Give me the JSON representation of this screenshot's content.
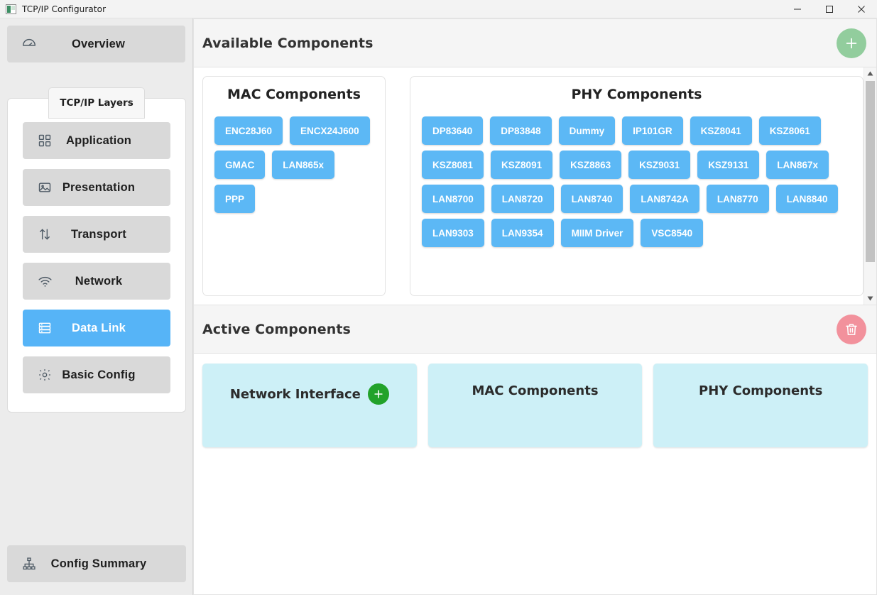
{
  "window": {
    "title": "TCP/IP Configurator",
    "icon": "app-icon",
    "minimize_label": "Minimize",
    "maximize_label": "Maximize",
    "close_label": "Close"
  },
  "sidebar": {
    "overview": {
      "label": "Overview",
      "icon": "gauge-icon"
    },
    "tab_label": "TCP/IP Layers",
    "layers": [
      {
        "label": "Application",
        "icon": "grid-icon",
        "active": false
      },
      {
        "label": "Presentation",
        "icon": "image-icon",
        "active": false
      },
      {
        "label": "Transport",
        "icon": "arrows-icon",
        "active": false
      },
      {
        "label": "Network",
        "icon": "wifi-icon",
        "active": false
      },
      {
        "label": "Data Link",
        "icon": "server-icon",
        "active": true
      },
      {
        "label": "Basic Config",
        "icon": "gear-icon",
        "active": false
      }
    ],
    "summary": {
      "label": "Config Summary",
      "icon": "sitemap-icon"
    }
  },
  "available": {
    "title": "Available Components",
    "add_button": {
      "icon": "plus-icon",
      "color": "#92cd9d"
    },
    "scrollbar": {
      "up_icon": "chevron-up-icon",
      "down_icon": "chevron-down-icon"
    },
    "groups": [
      {
        "title": "MAC Components",
        "chips": [
          "ENC28J60",
          "ENCX24J600",
          "GMAC",
          "LAN865x",
          "PPP"
        ]
      },
      {
        "title": "PHY Components",
        "chips": [
          "DP83640",
          "DP83848",
          "Dummy",
          "IP101GR",
          "KSZ8041",
          "KSZ8061",
          "KSZ8081",
          "KSZ8091",
          "KSZ8863",
          "KSZ9031",
          "KSZ9131",
          "LAN867x",
          "LAN8700",
          "LAN8720",
          "LAN8740",
          "LAN8742A",
          "LAN8770",
          "LAN8840",
          "LAN9303",
          "LAN9354",
          "MIIM Driver",
          "VSC8540"
        ]
      }
    ]
  },
  "active": {
    "title": "Active Components",
    "delete_button": {
      "icon": "trash-icon",
      "color": "#f2919c"
    },
    "slots": [
      {
        "label": "Network Interface",
        "has_add": true,
        "add_icon": "plus-icon"
      },
      {
        "label": "MAC Components",
        "has_add": false
      },
      {
        "label": "PHY Components",
        "has_add": false
      }
    ]
  },
  "colors": {
    "chip": "#5cb8f5",
    "active_nav": "#56b4f7",
    "slot": "#cdf0f7",
    "add_green": "#92cd9d",
    "delete_red": "#f2919c",
    "mini_plus_green": "#22a22a"
  }
}
